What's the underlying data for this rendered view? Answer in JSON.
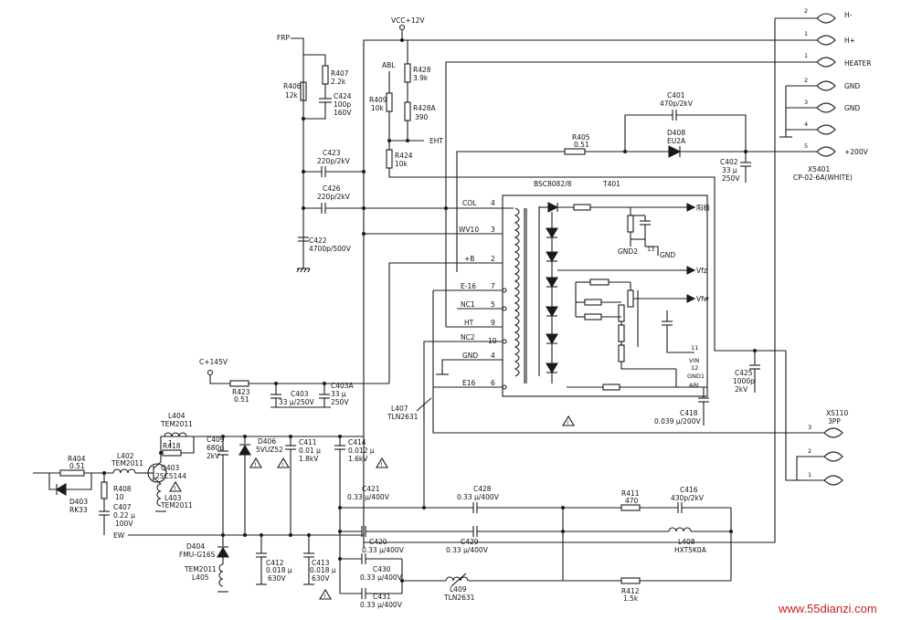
{
  "supply": {
    "vcc": "VCC+12V",
    "frp": "FRP",
    "abl": "ABL",
    "eht": "EHT",
    "b145": "C+145V",
    "ew": "EW"
  },
  "parts": {
    "r406": "R406",
    "r406v": "12k",
    "r407": "R407",
    "r407v": "2.2k",
    "c424": "C424",
    "c424v": "100p",
    "c424w": "160V",
    "r428": "R428",
    "r428v": "3.9k",
    "r409": "R409",
    "r409v": "10k",
    "r428a": "R428A",
    "r428av": "390",
    "r424": "R424",
    "r424v": "10k",
    "c423": "C423",
    "c423v": "220p/2kV",
    "c426": "C426",
    "c426v": "220p/2kV",
    "c422": "C422",
    "c422v": "4700p/500V",
    "c401": "C401",
    "c401v": "470p/2kV",
    "r405": "R405",
    "r405v": "0.51",
    "d408": "D408",
    "d408v": "EU2A",
    "c402": "C402",
    "c402v": "33 μ",
    "c402w": "250V",
    "r423": "R423",
    "r423v": "0.51",
    "c403": "C403",
    "c403v": "33 μ/250V",
    "c403a": "C403A",
    "c403av": "33 μ",
    "c403aw": "250V",
    "l407": "L407",
    "l407v": "TLN2631",
    "l404": "L404",
    "l404v": "TEM2011",
    "r418": "R418",
    "r418v": "1",
    "q403": "Q403",
    "q403v": "2SC5144",
    "l403": "L403",
    "l403v": "TEM2011",
    "r404": "R404",
    "r404v": "0.51",
    "l402": "L402",
    "l402v": "TEM2011",
    "r408": "R408",
    "r408v": "10",
    "d403": "D403",
    "d403v": "RK33",
    "c407": "C407",
    "c407v": "0.22 μ",
    "c407w": "100V",
    "c409": "C409",
    "c409v": "680p",
    "c409w": "2kV",
    "d406": "D406",
    "d406v": "5VUZ52",
    "c411": "C411",
    "c411v": "0.01 μ",
    "c411w": "1.8kV",
    "c414": "C414",
    "c414v": "0.012 μ",
    "c414w": "1.6kV",
    "c421": "C421",
    "c421v": "0.33 μ/400V",
    "c428": "C428",
    "c428v": "0.33 μ/400V",
    "r411": "R411",
    "r411v": "470",
    "c416": "C416",
    "c416v": "430p/2kV",
    "c420": "C420",
    "c420v": "0.33 μ/400V",
    "c429": "C429",
    "c429v": "0.33 μ/400V",
    "l408": "L408",
    "l408v": "HXT5K0A",
    "c430": "C430",
    "c430v": "0.33 μ/400V",
    "c431": "C431",
    "c431v": "0.33 μ/400V",
    "l409": "L409",
    "l409v": "TLN2631",
    "r412": "R412",
    "r412v": "1.5k",
    "d404": "D404",
    "d404v": "FMU-G16S",
    "l405a": "TEM2011",
    "l405": "L405",
    "c412": "C412",
    "c412v": "0.018 μ",
    "c412w": "630V",
    "c413": "C413",
    "c413v": "0.018 μ",
    "c413w": "630V",
    "c418": "C418",
    "c418v": "0.039 μ/200V",
    "c425": "C425",
    "c425v": "1000p",
    "c425w": "2kV"
  },
  "fbt": {
    "name": "BSC8082/8",
    "ref": "T401",
    "pins_left": [
      {
        "name": "COL",
        "num": "4"
      },
      {
        "name": "WV10",
        "num": "3"
      },
      {
        "name": "+B",
        "num": "2"
      },
      {
        "name": "E-16",
        "num": "7"
      },
      {
        "name": "NC1",
        "num": "5"
      },
      {
        "name": "HT",
        "num": "9"
      },
      {
        "name": "NC2",
        "num": "10"
      },
      {
        "name": "GND",
        "num": "4"
      },
      {
        "name": "E16",
        "num": "6"
      }
    ],
    "anode": "阳极",
    "gnd2": "GND2",
    "gnd": "GND",
    "pin13": "13",
    "vfz": "Vfz",
    "vfw": "Vfw",
    "pin11": "11",
    "vin": "VIN",
    "pin12": "12",
    "gnd1": "GND1",
    "abl": "ABL"
  },
  "x5401": {
    "ref": "X5401",
    "type": "CP-02-6A(WHITE)",
    "pins": [
      {
        "num": "2",
        "label": "H-"
      },
      {
        "num": "1",
        "label": "H+"
      },
      {
        "num": "1",
        "label": "HEATER"
      },
      {
        "num": "2",
        "label": "GND"
      },
      {
        "num": "3",
        "label": "GND"
      },
      {
        "num": "4",
        "label": ""
      },
      {
        "num": "5",
        "label": "+200V"
      }
    ]
  },
  "xs110": {
    "ref": "XS110",
    "type": "3PP",
    "pins": [
      "3",
      "2",
      "1"
    ]
  },
  "warn": "!",
  "watermark": "www.55dianzi.com"
}
